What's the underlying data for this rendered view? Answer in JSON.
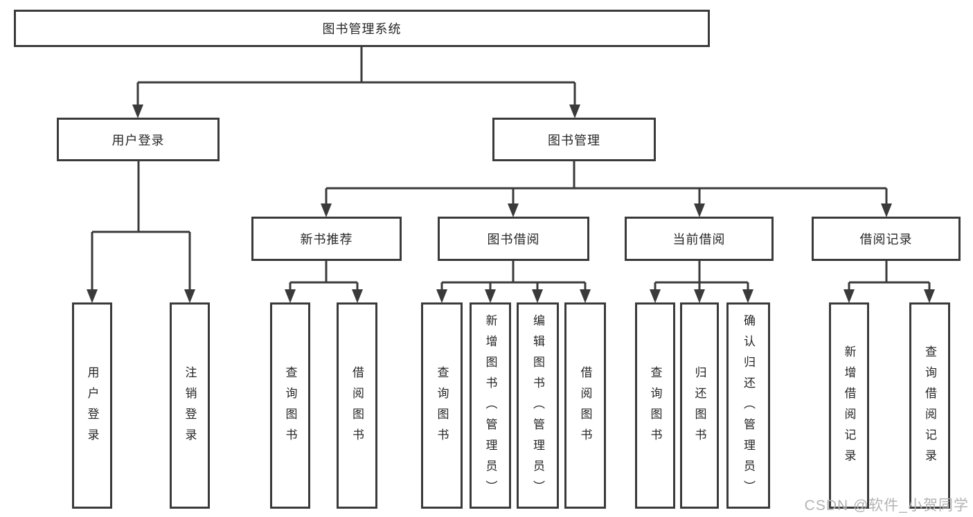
{
  "title": "图书管理系统",
  "tree": {
    "root": {
      "label": "图书管理系统"
    },
    "branches": [
      {
        "label": "用户登录",
        "children": [
          {
            "label": "用户登录"
          },
          {
            "label": "注销登录"
          }
        ]
      },
      {
        "label": "图书管理",
        "children": [
          {
            "label": "新书推荐",
            "children": [
              {
                "label": "查询图书"
              },
              {
                "label": "借阅图书"
              }
            ]
          },
          {
            "label": "图书借阅",
            "children": [
              {
                "label": "查询图书"
              },
              {
                "label": "新增图书（管理员）"
              },
              {
                "label": "编辑图书（管理员）"
              },
              {
                "label": "借阅图书"
              }
            ]
          },
          {
            "label": "当前借阅",
            "children": [
              {
                "label": "查询图书"
              },
              {
                "label": "归还图书"
              },
              {
                "label": "确认归还（管理员）"
              }
            ]
          },
          {
            "label": "借阅记录",
            "children": [
              {
                "label": "新增借阅记录"
              },
              {
                "label": "查询借阅记录"
              }
            ]
          }
        ]
      }
    ]
  },
  "watermark": {
    "text": "CSDN @软件_小贺同学"
  },
  "colors": {
    "line": "#3a3a3a",
    "text": "#262626",
    "background": "#ffffff",
    "watermark": "#b3b3b3"
  }
}
